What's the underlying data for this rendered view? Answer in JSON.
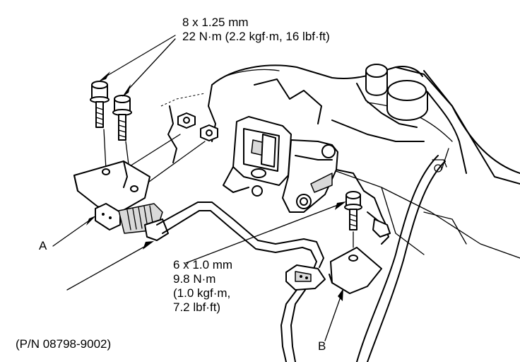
{
  "callouts": {
    "bolt_upper": {
      "size": "8 x 1.25 mm",
      "torque": "22 N·m (2.2 kgf·m, 16 lbf·ft)"
    },
    "bolt_lower": {
      "size": "6 x 1.0 mm",
      "torque_nm": "9.8 N·m",
      "torque_kgf": "(1.0 kgf·m,",
      "torque_lbf": "7.2 lbf·ft)"
    },
    "part_a": "A",
    "part_b": "B",
    "part_number": "(P/N 08798-9002)"
  },
  "colors": {
    "line": "#000000",
    "background": "#ffffff",
    "shade": "#d9d9d9"
  }
}
